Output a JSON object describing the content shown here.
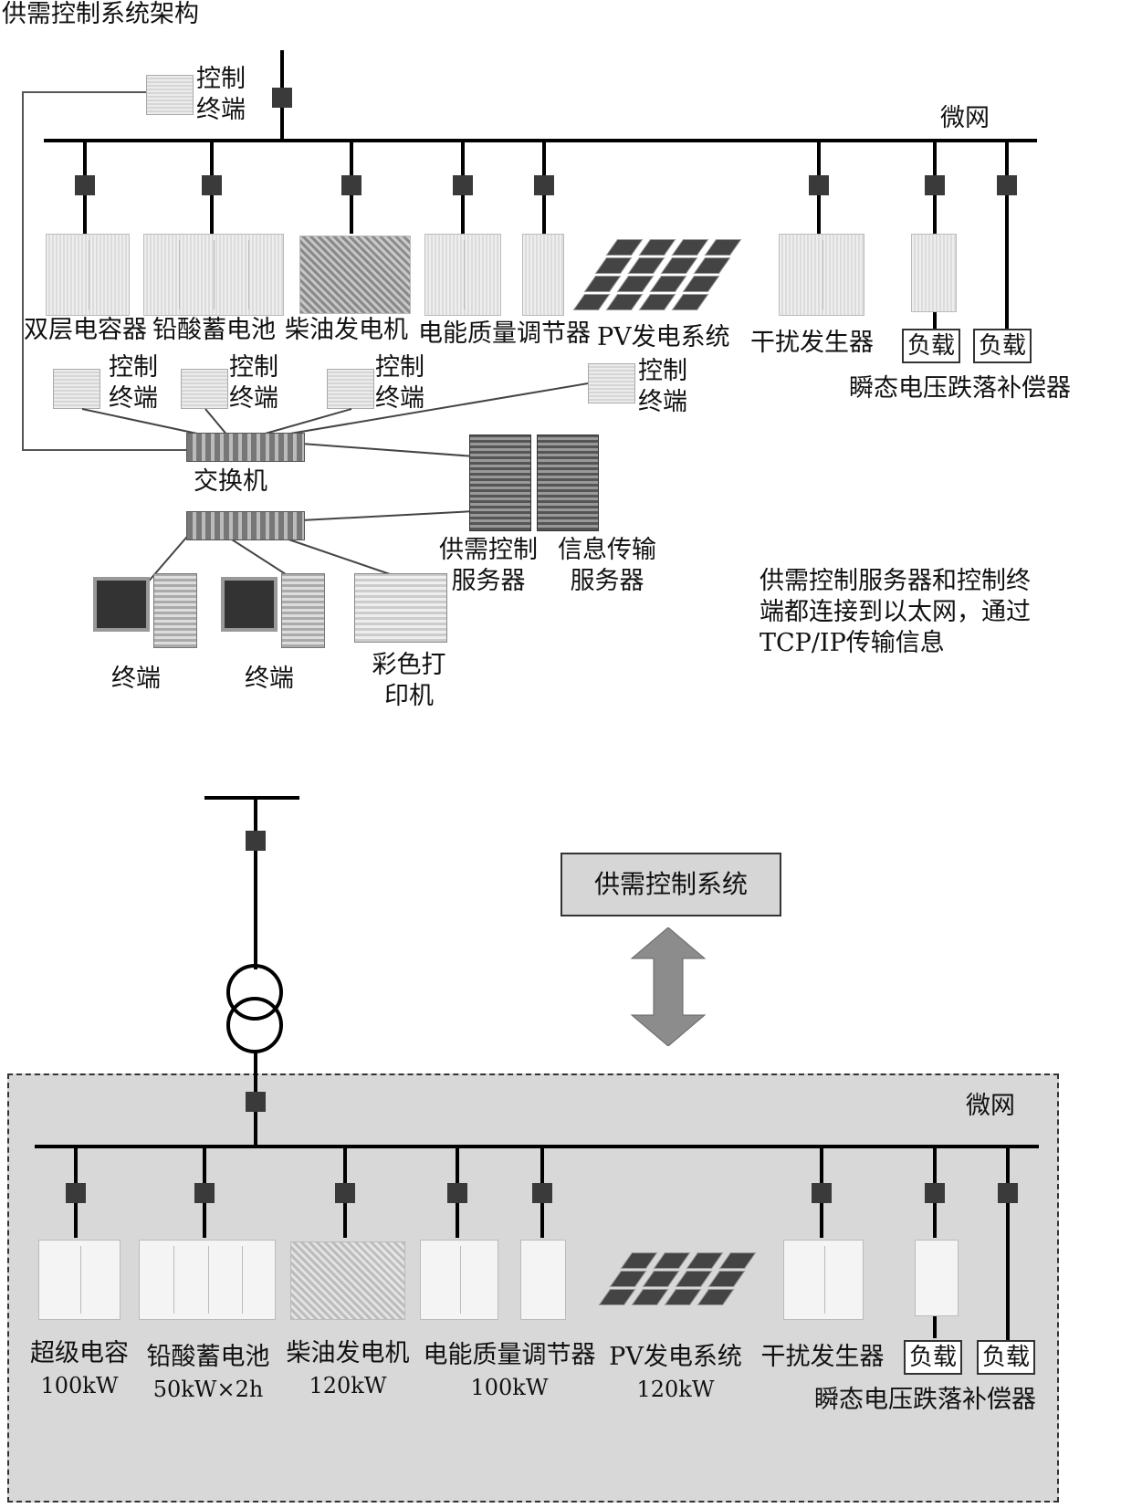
{
  "top": {
    "title": "供需控制系统架构",
    "microgrid_label": "微网",
    "control_terminal_label": "控制\n终端",
    "devices": [
      "双层电容器",
      "铅酸蓄电池",
      "柴油发电机",
      "电能质量调节器",
      "PV发电系统",
      "干扰发生器"
    ],
    "loads": [
      "负载",
      "负载"
    ],
    "compensator_label": "瞬态电压跌落补偿器",
    "switch_label": "交换机",
    "servers": [
      "供需控制\n服务器",
      "信息传输\n服务器"
    ],
    "terminals": [
      "终端",
      "终端"
    ],
    "printer_label": "彩色打\n印机",
    "note": "供需控制服务器和控制终\n端都连接到以太网，通过\nTCP/IP传输信息"
  },
  "bottom": {
    "system_label": "供需控制系统",
    "microgrid_label": "微网",
    "devices": [
      {
        "name": "超级电容",
        "rating": "100kW"
      },
      {
        "name": "铅酸蓄电池",
        "rating": "50kW×2h"
      },
      {
        "name": "柴油发电机",
        "rating": "120kW"
      },
      {
        "name": "电能质量调节器",
        "rating": "100kW"
      },
      {
        "name": "PV发电系统",
        "rating": "120kW"
      },
      {
        "name": "干扰发生器",
        "rating": ""
      }
    ],
    "loads": [
      "负载",
      "负载"
    ],
    "compensator_label": "瞬态电压跌落补偿器"
  }
}
